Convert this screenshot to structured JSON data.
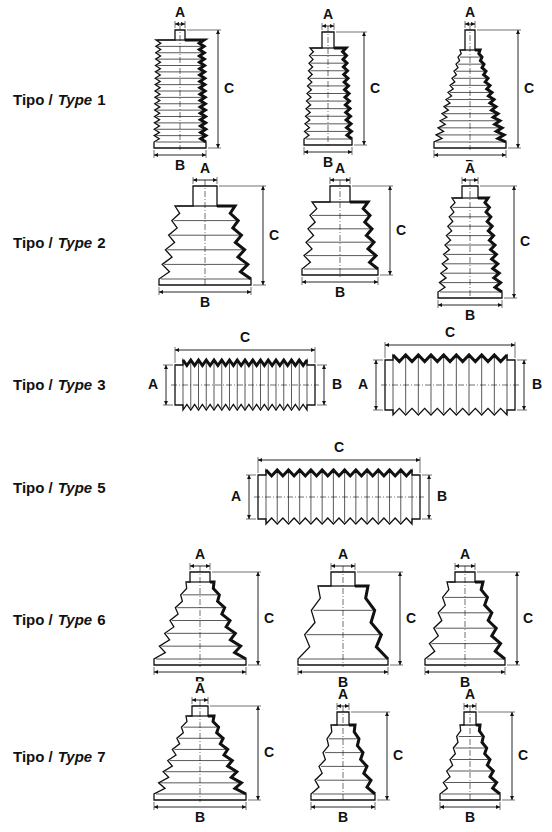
{
  "diagram": {
    "labels": [
      "Tipo /",
      "Type",
      "1",
      "A",
      "C",
      "B",
      "A",
      "C",
      "B",
      "A",
      "C",
      "B",
      "Tipo /",
      "Type",
      "2",
      "A",
      "C",
      "B",
      "A",
      "C",
      "B",
      "A",
      "C",
      "B",
      "Tipo /",
      "Type",
      "3",
      "C",
      "A",
      "B",
      "C",
      "A",
      "B",
      "Tipo /",
      "Type",
      "5",
      "C",
      "A",
      "B",
      "Tipo /",
      "Type",
      "6",
      "A",
      "C",
      "B",
      "A",
      "C",
      "B",
      "A",
      "C",
      "B",
      "Tipo /",
      "Type",
      "7",
      "A",
      "C",
      "B",
      "A",
      "C",
      "B",
      "A",
      "C",
      "B"
    ]
  }
}
